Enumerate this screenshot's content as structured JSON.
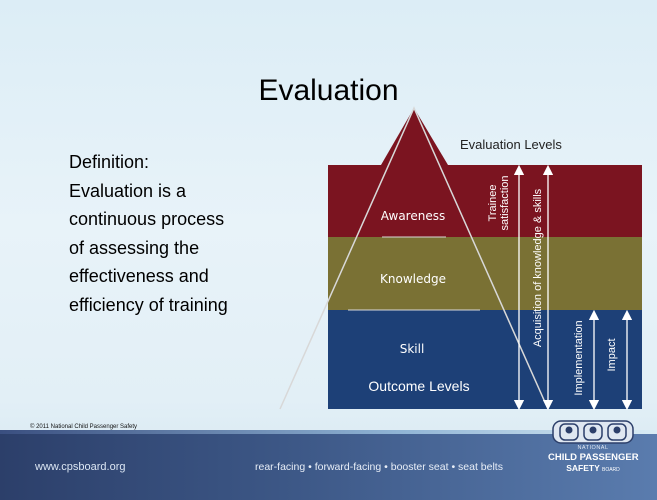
{
  "slide": {
    "title": "Evaluation",
    "definition_lines": [
      "Definition:",
      "Evaluation is a",
      "continuous process",
      "of assessing the",
      "effectiveness and",
      "efficiency of training"
    ]
  },
  "diagram": {
    "evaluation_levels_label": "Evaluation Levels",
    "outcome_levels_label": "Outcome Levels",
    "pyramid_levels": [
      "Awareness",
      "Knowledge",
      "Skill"
    ],
    "arrow_labels": {
      "trainee_line1": "Trainee",
      "trainee_line2": "satisfaction",
      "acquisition": "Acquisition of knowledge & skills",
      "implementation": "Implementation",
      "impact": "Impact"
    },
    "colors": {
      "awareness": "#7b1420",
      "knowledge": "#7a7134",
      "skill": "#1d4077"
    }
  },
  "footer": {
    "copyright": "© 2011 National Child Passenger Safety",
    "website": "www.cpsboard.org",
    "tagline": "rear-facing • forward-facing • booster seat • seat belts",
    "logo_small": "NATIONAL",
    "logo_main": "CHILD PASSENGER",
    "logo_sub": "SAFETY",
    "logo_sub_small": "BOARD"
  }
}
